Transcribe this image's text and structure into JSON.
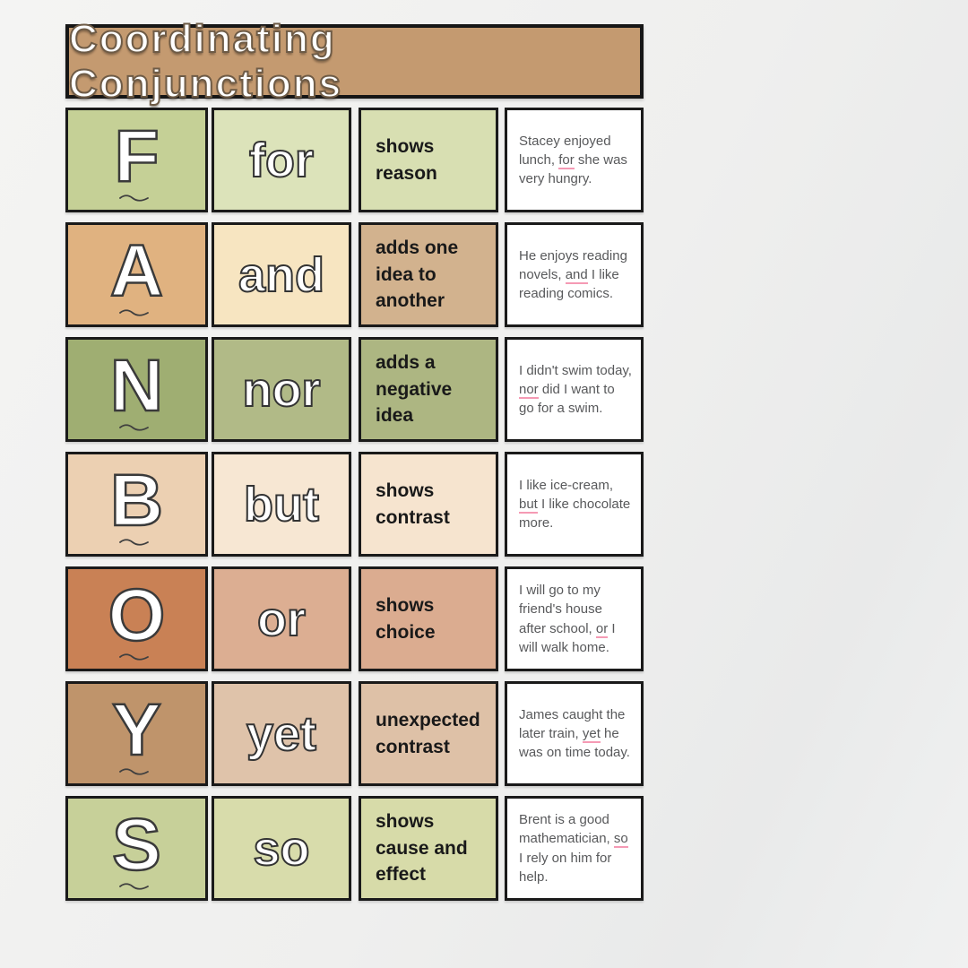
{
  "title": "Coordinating Conjunctions",
  "colors": {
    "title_bg": "#c49a70",
    "cell_border": "#1a1a1a",
    "underline": "#f59ab4",
    "example_text": "#58595b"
  },
  "rows": [
    {
      "letter": "F",
      "word": "for",
      "function": "shows reason",
      "example": {
        "pre": "Stacey enjoyed lunch, ",
        "conjunction": "for",
        "post": " she was very hungry."
      },
      "colors": {
        "letter_bg": "#c5d096",
        "word_bg": "#dce3ba",
        "function_bg": "#d8dfb2"
      }
    },
    {
      "letter": "A",
      "word": "and",
      "function": "adds one idea to another",
      "example": {
        "pre": "He enjoys reading novels, ",
        "conjunction": "and",
        "post": " I like reading comics."
      },
      "colors": {
        "letter_bg": "#e0b280",
        "word_bg": "#f7e5c1",
        "function_bg": "#d2b28e"
      }
    },
    {
      "letter": "N",
      "word": "nor",
      "function": "adds a negative idea",
      "example": {
        "pre": "I didn't swim today, ",
        "conjunction": "nor",
        "post": " did I want to go for a swim."
      },
      "colors": {
        "letter_bg": "#9fae72",
        "word_bg": "#b1ba87",
        "function_bg": "#adb682"
      }
    },
    {
      "letter": "B",
      "word": "but",
      "function": "shows contrast",
      "example": {
        "pre": "I like ice-cream, ",
        "conjunction": "but",
        "post": " I like chocolate more."
      },
      "colors": {
        "letter_bg": "#ecd0b2",
        "word_bg": "#f7e7d3",
        "function_bg": "#f6e4cf"
      }
    },
    {
      "letter": "O",
      "word": "or",
      "function": "shows choice",
      "example": {
        "pre": "I will go to my friend's house after school, ",
        "conjunction": "or",
        "post": " I will walk home."
      },
      "colors": {
        "letter_bg": "#c98155",
        "word_bg": "#dcae92",
        "function_bg": "#dbac90"
      }
    },
    {
      "letter": "Y",
      "word": "yet",
      "function": "unexpected contrast",
      "example": {
        "pre": "James caught the later train, ",
        "conjunction": "yet",
        "post": " he was on time today."
      },
      "colors": {
        "letter_bg": "#bf946b",
        "word_bg": "#dfc3aa",
        "function_bg": "#dec1a7"
      }
    },
    {
      "letter": "S",
      "word": "so",
      "function": "shows cause and effect",
      "example": {
        "pre": "Brent is a good mathematician, ",
        "conjunction": "so",
        "post": " I rely on him for help."
      },
      "colors": {
        "letter_bg": "#c7d099",
        "word_bg": "#d8dcab",
        "function_bg": "#d7dba9"
      }
    }
  ]
}
